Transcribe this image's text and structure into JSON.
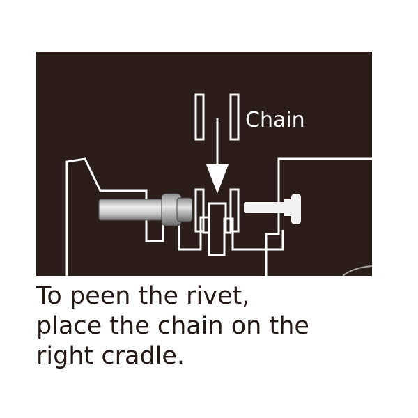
{
  "diagram": {
    "chain_label": "Chain",
    "colors": {
      "panel_background": "#2a1d1a",
      "line_color": "#ffffff",
      "rivet_fill": "#cfcfcf",
      "caption_text": "#231815"
    }
  },
  "caption": {
    "lines": [
      "To peen the rivet,",
      "place the chain on the",
      "right cradle."
    ]
  }
}
